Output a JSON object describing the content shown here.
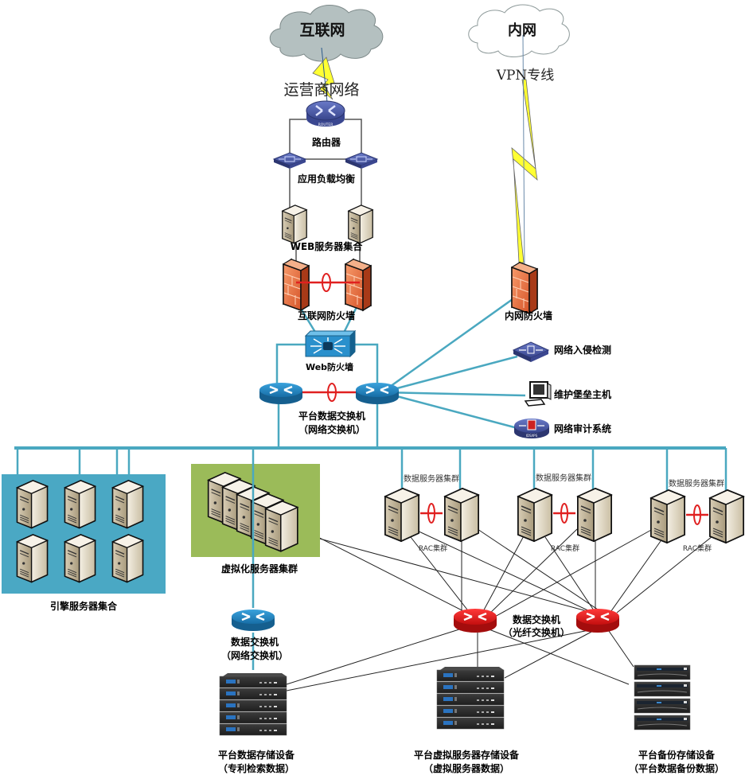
{
  "clouds": {
    "internet": "互联网",
    "intranet": "内网"
  },
  "links": {
    "carrier_network": "运营商网络",
    "vpn_line": "VPN专线"
  },
  "devices": {
    "router": {
      "label": "路由器",
      "badge": "ROUTER"
    },
    "load_balancer": {
      "label": "应用负载均衡"
    },
    "web_servers": {
      "label": "WEB服务器集合"
    },
    "internet_firewall": {
      "label": "互联网防火墙"
    },
    "web_firewall": {
      "label": "Web防火墙"
    },
    "intranet_firewall": {
      "label": "内网防火墙"
    },
    "ids": {
      "label": "网络入侵检测"
    },
    "bastion_host": {
      "label": "维护堡垒主机"
    },
    "audit_system": {
      "label": "网络审计系统",
      "badge": "IDS/IPS"
    },
    "platform_switch": {
      "label_line1": "平台数据交换机",
      "label_line2": "（网络交换机）"
    },
    "engine_servers": {
      "label": "引擎服务器集合"
    },
    "virtual_cluster": {
      "label": "虚拟化服务器集群"
    },
    "db_clusters": [
      {
        "label": "数据服务器集群",
        "rac": "RAC集群"
      },
      {
        "label": "数据服务器集群",
        "rac": "RAC集群"
      },
      {
        "label": "数据服务器集群",
        "rac": "RAC集群"
      }
    ],
    "data_switch_network": {
      "label_line1": "数据交换机",
      "label_line2": "（网络交换机）"
    },
    "data_switch_fiber": {
      "label_line1": "数据交换机",
      "label_line2": "（光纤交换机）"
    },
    "storage_platform": {
      "label_line1": "平台数据存储设备",
      "label_line2": "（专利检索数据）"
    },
    "storage_virtual": {
      "label_line1": "平台虚拟服务器存储设备",
      "label_line2": "（虚拟服务器数据）"
    },
    "storage_backup": {
      "label_line1": "平台备份存储设备",
      "label_line2": "（平台数据备份数据）"
    }
  },
  "colors": {
    "network_line": "#4aa8c0",
    "ha_link": "#e02020",
    "fiber_line": "#222222",
    "engine_bg": "#4aa8c4",
    "virtual_bg": "#9bbb59",
    "cloud_gray": "#b4c0c0",
    "lightning": "#ffff33",
    "router_blue": "#1f86c4",
    "fiber_red": "#e41c1c",
    "device_purple": "#4a5aa8"
  }
}
